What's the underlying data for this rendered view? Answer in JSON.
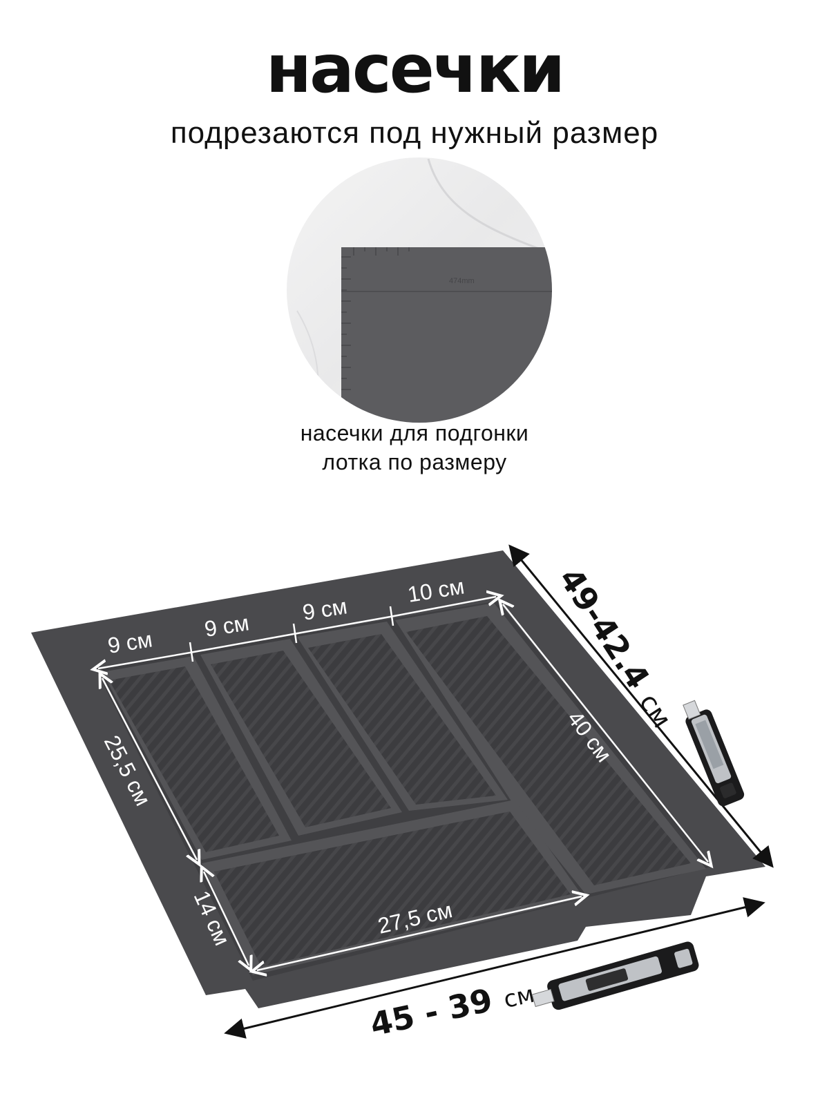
{
  "header": {
    "title": "насечки",
    "subtitle": "подрезаются под нужный размер"
  },
  "closeup": {
    "ruler_label": "474mm",
    "caption_line1": "насечки для подгонки",
    "caption_line2": "лотка по размеру"
  },
  "tray": {
    "compartment_widths": [
      "9 см",
      "9 см",
      "9 см",
      "10 см"
    ],
    "long_side_length": "40 см",
    "left_length": "25,5 см",
    "bottom_depth": "14 см",
    "bottom_length": "27,5 см",
    "outer_depth": {
      "value": "49-42.4",
      "unit": "см"
    },
    "outer_width": {
      "value": "45 - 39",
      "unit": "см"
    }
  },
  "colors": {
    "tray": "#4a4a4d",
    "tray_dark": "#3a3a3d",
    "text": "#111111",
    "dimension_lines": "#ffffff"
  },
  "icons": [
    "utility-knife-icon",
    "utility-knife-icon"
  ]
}
